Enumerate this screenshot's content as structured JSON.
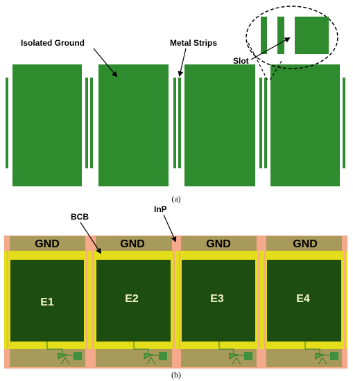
{
  "colors": {
    "ground_green": "#2e8b2e",
    "dark_electrode": "#1e4d12",
    "bcb_yellow": "#e3dd1a",
    "gnd_tan": "#a89a5a",
    "inp_salmon": "#f4a98a",
    "wire": "#2e7d2e"
  },
  "panel_a": {
    "labels": {
      "isolated_ground": "Isolated Ground",
      "metal_strips": "Metal Strips",
      "slot": "Slot"
    },
    "caption": "(a)"
  },
  "panel_b": {
    "labels": {
      "bcb": "BCB",
      "inp": "InP"
    },
    "gnd_labels": [
      "GND",
      "GND",
      "GND",
      "GND"
    ],
    "electrode_labels": [
      "E1",
      "E2",
      "E3",
      "E4"
    ],
    "caption": "(b)"
  }
}
